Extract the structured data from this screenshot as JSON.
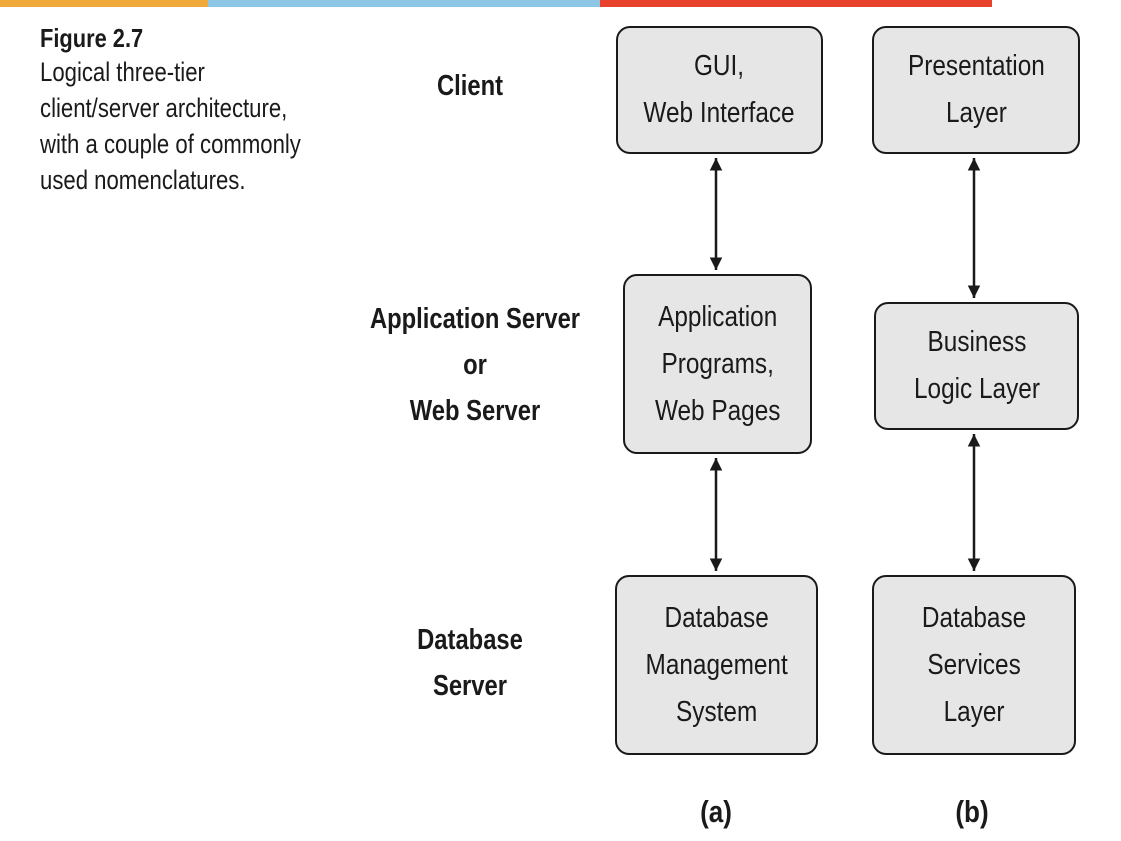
{
  "colors": {
    "bar_orange": "#f2a93b",
    "bar_blue": "#8ec6e6",
    "bar_red": "#e8412c",
    "box_fill": "#e6e6e6",
    "stroke": "#1a1a1a"
  },
  "caption": {
    "label": "Figure 2.7",
    "text": "Logical three-tier\nclient/server architecture,\nwith a couple of commonly\nused nomenclatures."
  },
  "tiers": {
    "client": "Client",
    "application": "Application Server\nor\nWeb Server",
    "database": "Database\nServer"
  },
  "column_a": {
    "label": "(a)",
    "client_box": "GUI,\nWeb Interface",
    "app_box": "Application\nPrograms,\nWeb Pages",
    "db_box": "Database\nManagement\nSystem"
  },
  "column_b": {
    "label": "(b)",
    "client_box": "Presentation\nLayer",
    "app_box": "Business\nLogic Layer",
    "db_box": "Database\nServices\nLayer"
  },
  "connectors": [
    "bidirectional-arrow",
    "bidirectional-arrow",
    "bidirectional-arrow",
    "bidirectional-arrow"
  ]
}
